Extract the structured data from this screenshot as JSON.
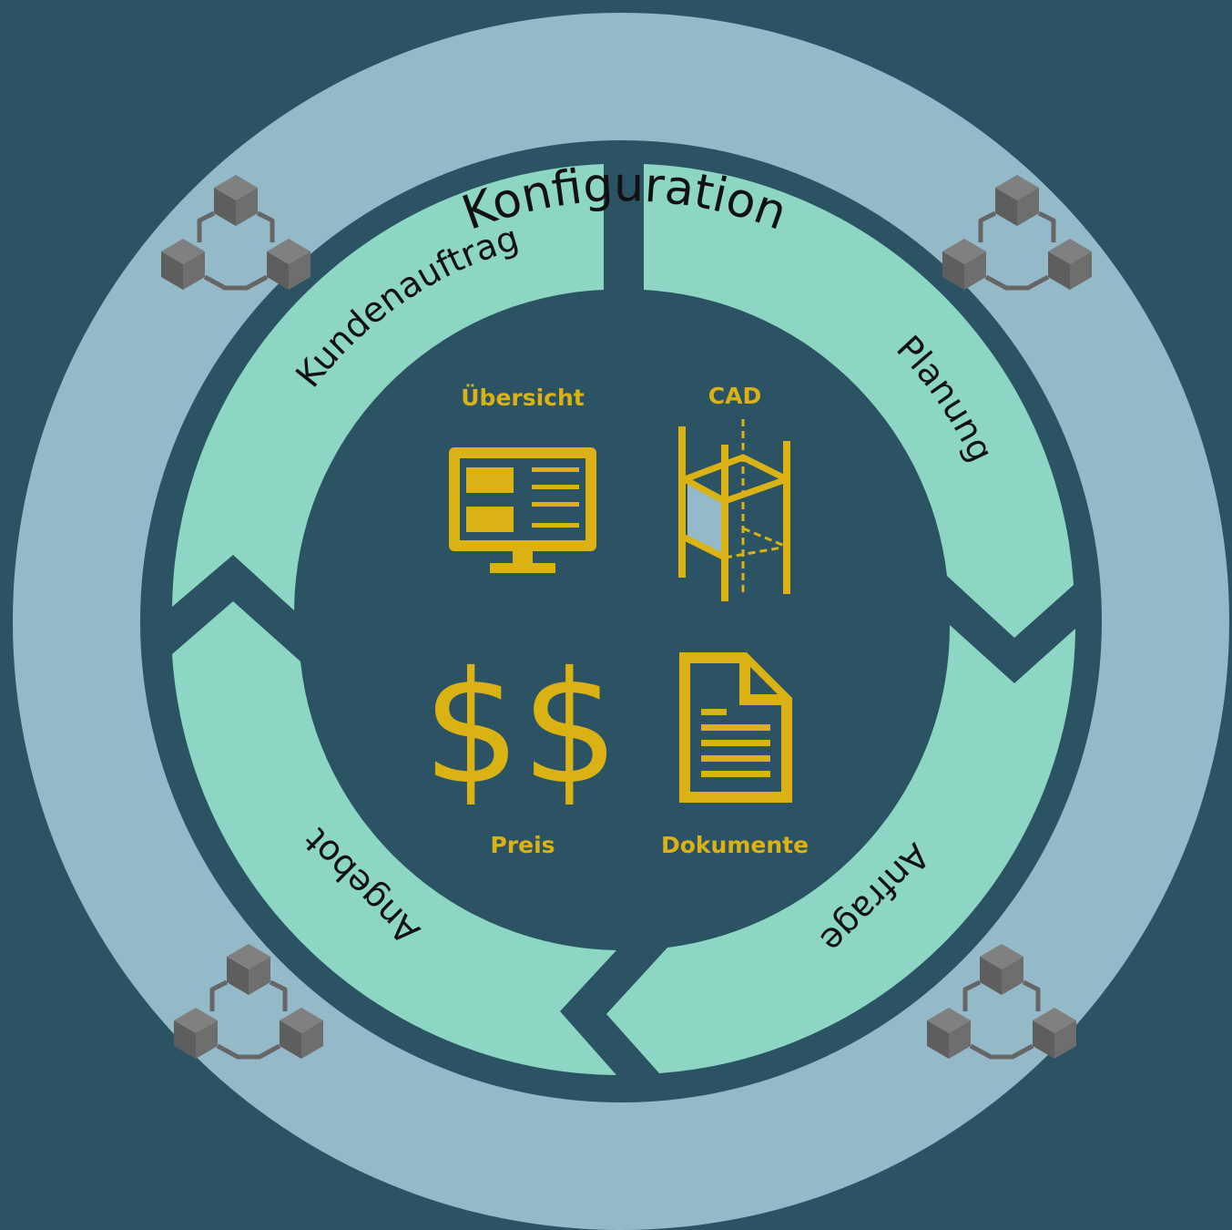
{
  "outer_ring": {
    "label": "Konfiguration"
  },
  "cycle_segments": [
    {
      "id": "kundenauftrag",
      "label": "Kundenauftrag"
    },
    {
      "id": "planung",
      "label": "Planung"
    },
    {
      "id": "anfrage",
      "label": "Anfrage"
    },
    {
      "id": "angebot",
      "label": "Angebot"
    }
  ],
  "center_items": {
    "uebersicht": {
      "label": "Übersicht",
      "icon": "monitor-icon"
    },
    "cad": {
      "label": "CAD",
      "icon": "cad-frame-icon"
    },
    "preis": {
      "label": "Preis",
      "icon": "dollar-icon"
    },
    "dokumente": {
      "label": "Dokumente",
      "icon": "document-icon"
    }
  },
  "ring_icons": [
    "cubes-network-icon",
    "cubes-network-icon",
    "cubes-network-icon",
    "cubes-network-icon"
  ],
  "colors": {
    "background": "#2b5363",
    "outer_ring": "#94b9c8",
    "segments": "#8dd6c4",
    "accent": "#dbb214",
    "cube_icon": "#666666",
    "text_dark": "#111111"
  }
}
